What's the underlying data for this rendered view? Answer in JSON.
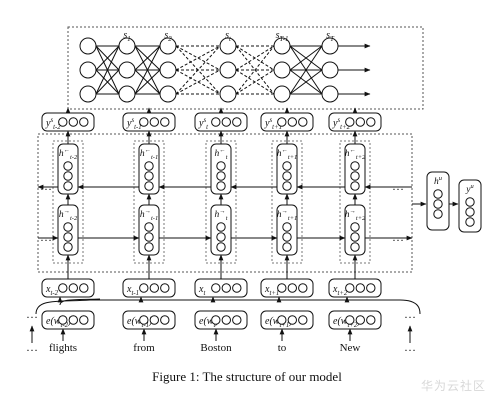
{
  "crf": {
    "labels": [
      "s_1",
      "s_2",
      "s_t",
      "s_{T-1}",
      "s_T"
    ]
  },
  "columns": [
    {
      "word": "flights",
      "emb": "e(w_{t-2})",
      "x": "x_{t-2}",
      "y": "y^s_{t-2}",
      "hb": "h^←_{t-2}",
      "hf": "h^→_{t-2}"
    },
    {
      "word": "from",
      "emb": "e(w_{t-1})",
      "x": "x_{t-1}",
      "y": "y^s_{t-1}",
      "hb": "h^←_{t-1}",
      "hf": "h^→_{t-1}"
    },
    {
      "word": "Boston",
      "emb": "e(w_t)",
      "x": "x_t",
      "y": "y^s_t",
      "hb": "h^←_t",
      "hf": "h^→_t"
    },
    {
      "word": "to",
      "emb": "e(w_{t+1})",
      "x": "x_{t+1}",
      "y": "y^s_{t+1}",
      "hb": "h^←_{t+1}",
      "hf": "h^→_{t+1}"
    },
    {
      "word": "New",
      "emb": "e(w_{t+2})",
      "x": "x_{t+2}",
      "y": "y^s_{t+2}",
      "hb": "h^←_{t+2}",
      "hf": "h^→_{t+2}"
    }
  ],
  "side": {
    "hu": "h^u",
    "yu": "y^u"
  },
  "ellipsis": "…",
  "caption": "Figure 1: The structure of our model",
  "watermark": "华为云社区"
}
